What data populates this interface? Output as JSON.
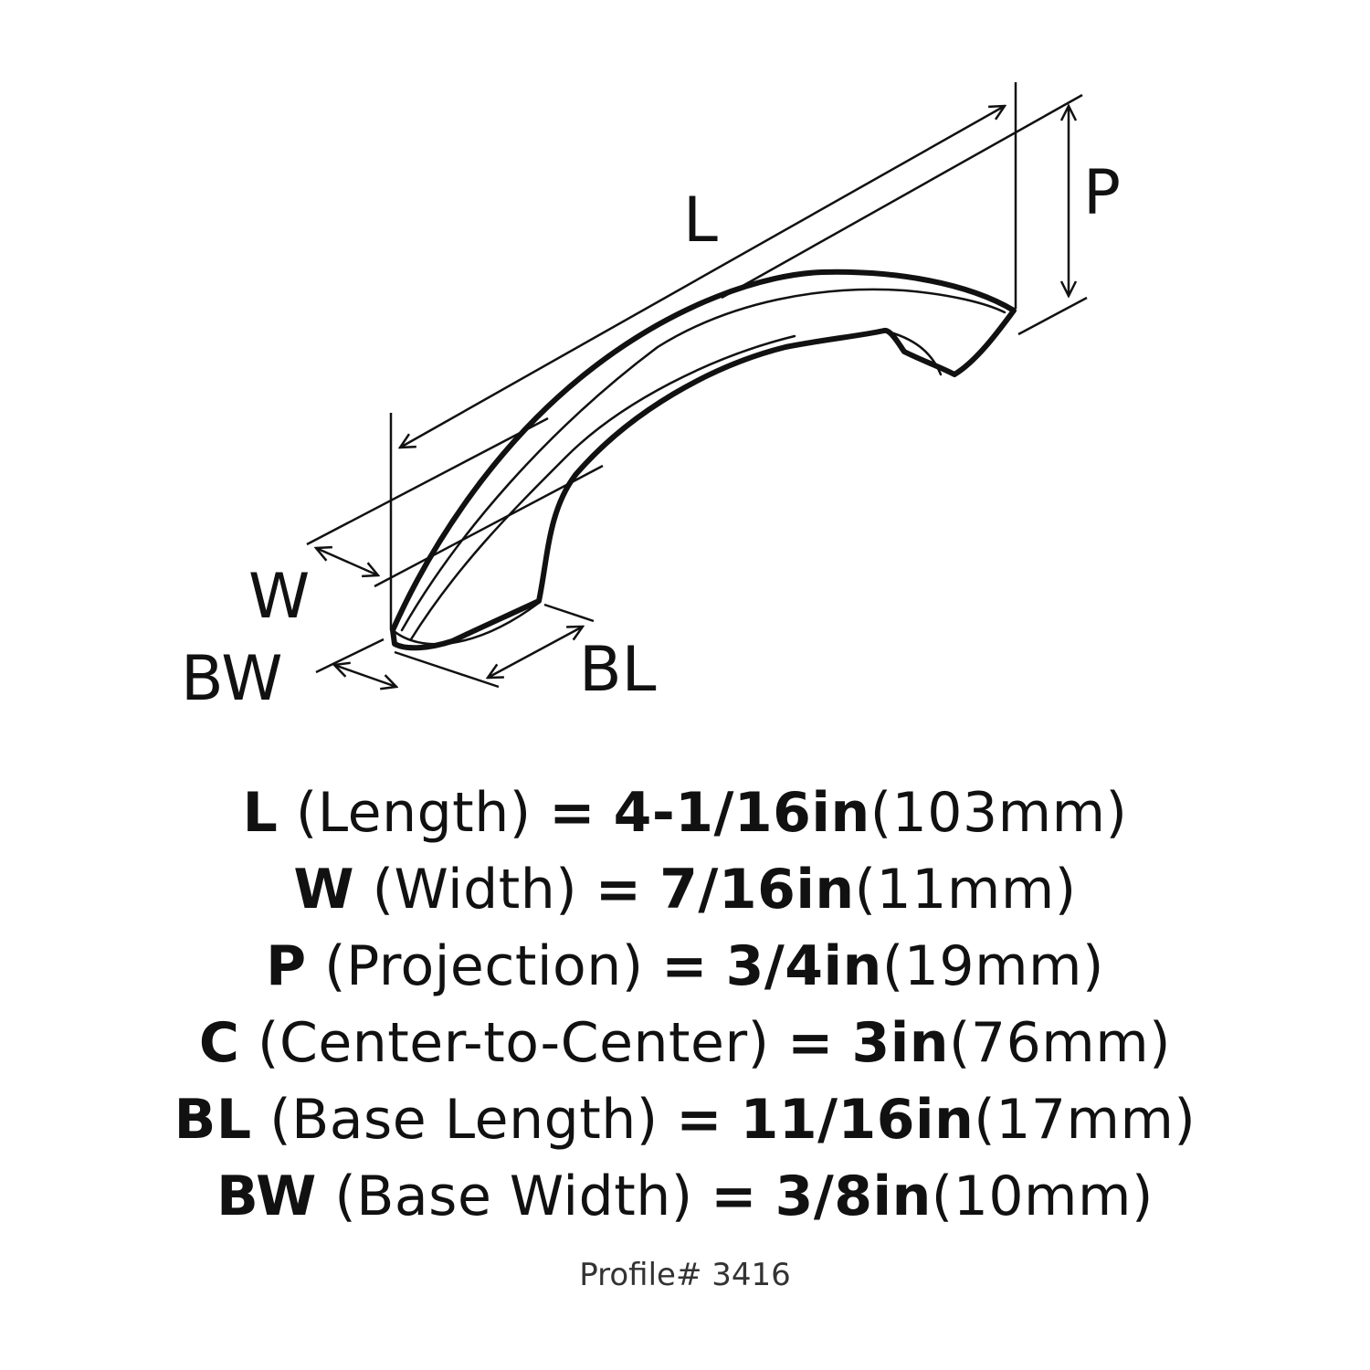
{
  "diagram": {
    "labels": {
      "L": "L",
      "P": "P",
      "W": "W",
      "BW": "BW",
      "BL": "BL"
    }
  },
  "specs": [
    {
      "code": "L",
      "name": "(Length)",
      "eq": "=",
      "imperial": "4-1/16in",
      "metric": "(103mm)"
    },
    {
      "code": "W",
      "name": "(Width)",
      "eq": "=",
      "imperial": "7/16in",
      "metric": "(11mm)"
    },
    {
      "code": "P",
      "name": "(Projection)",
      "eq": "=",
      "imperial": "3/4in",
      "metric": "(19mm)"
    },
    {
      "code": "C",
      "name": "(Center-to-Center)",
      "eq": "=",
      "imperial": "3in",
      "metric": "(76mm)"
    },
    {
      "code": "BL",
      "name": "(Base Length)",
      "eq": "=",
      "imperial": "11/16in",
      "metric": "(17mm)"
    },
    {
      "code": "BW",
      "name": "(Base Width)",
      "eq": "=",
      "imperial": "3/8in",
      "metric": "(10mm)"
    }
  ],
  "footer": {
    "profile": "Profile# 3416"
  },
  "colors": {
    "ink": "#111111",
    "background": "#ffffff"
  }
}
